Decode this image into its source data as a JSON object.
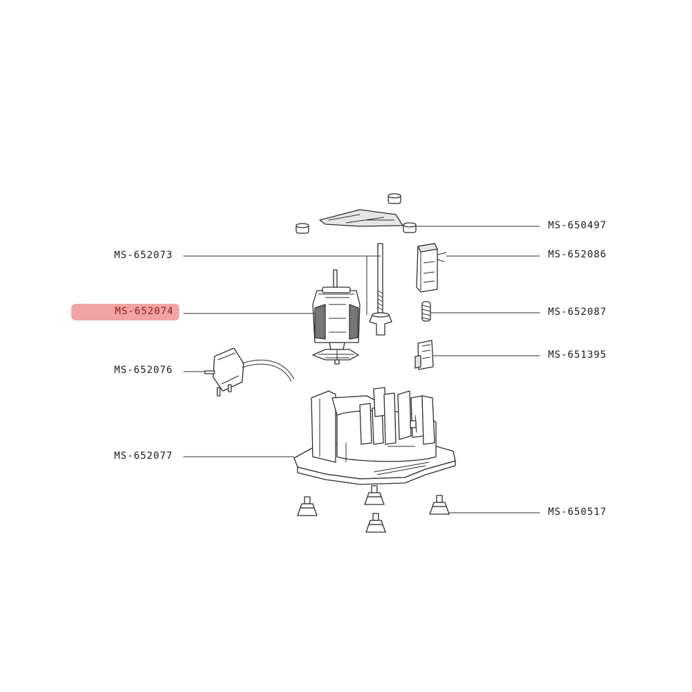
{
  "diagram": {
    "parts": [
      {
        "id": "MS-650497",
        "label": "MS-650497",
        "side": "right",
        "highlighted": false
      },
      {
        "id": "MS-652073",
        "label": "MS-652073",
        "side": "left",
        "highlighted": false
      },
      {
        "id": "MS-652086",
        "label": "MS-652086",
        "side": "right",
        "highlighted": false
      },
      {
        "id": "MS-652074",
        "label": "MS-652074",
        "side": "left",
        "highlighted": true
      },
      {
        "id": "MS-652087",
        "label": "MS-652087",
        "side": "right",
        "highlighted": false
      },
      {
        "id": "MS-651395",
        "label": "MS-651395",
        "side": "right",
        "highlighted": false
      },
      {
        "id": "MS-652076",
        "label": "MS-652076",
        "side": "left",
        "highlighted": false
      },
      {
        "id": "MS-652077",
        "label": "MS-652077",
        "side": "left",
        "highlighted": false
      },
      {
        "id": "MS-650517",
        "label": "MS-650517",
        "side": "right",
        "highlighted": false
      }
    ],
    "colors": {
      "highlight_background": "#f3a3a3",
      "highlight_text": "#8a1d1d",
      "line": "#2b2b2b",
      "text": "#1a1a1a"
    }
  }
}
